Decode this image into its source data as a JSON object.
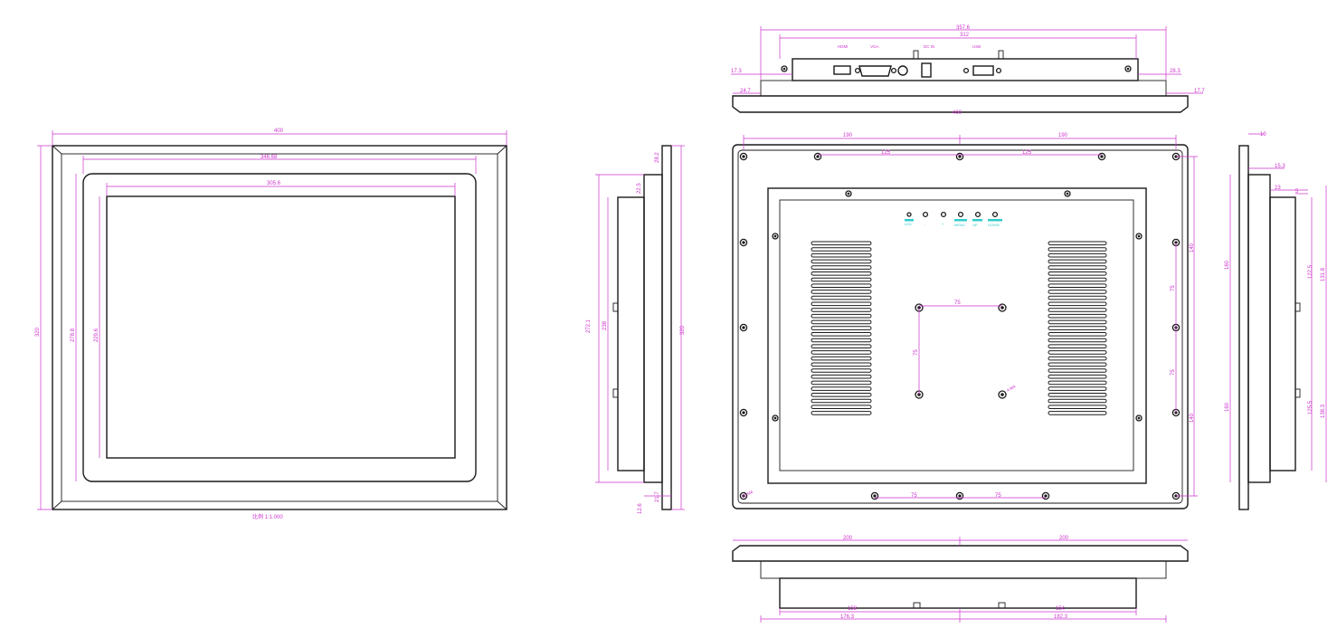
{
  "colors": {
    "line": "#1a1a1a",
    "dimension": "#cc33cc",
    "led": "#33cccc",
    "background": "#ffffff"
  },
  "front_view": {
    "dims": {
      "width_overall": "400",
      "width_bezel": "346.68",
      "width_screen": "305.6",
      "height_overall": "320",
      "height_bezel": "278.8",
      "height_screen": "229.6"
    },
    "scale_note": "比例 1:1.000"
  },
  "side_left_view": {
    "dims": {
      "height_overall": "320",
      "height_body": "272.1",
      "height_inner": "238",
      "top_offset": "28.2",
      "top_small": "22.5",
      "depth_bottom_1": "12.6",
      "depth_bottom_2": "21.7"
    }
  },
  "top_view": {
    "dims": {
      "width_overall": "357.6",
      "width_ports": "312",
      "width_bezel": "400",
      "left_1": "17.3",
      "left_2": "24.7",
      "right_1": "28.3",
      "right_2": "17.7"
    },
    "port_labels": [
      "HDMI",
      "VGA",
      "DC IN",
      "USB"
    ]
  },
  "rear_view": {
    "dims": {
      "top_half_left": "190",
      "top_half_right": "190",
      "hole_span_left": "125",
      "hole_span_right": "125",
      "vesa_w": "75",
      "vesa_h": "75",
      "bottom_span_left": "75",
      "bottom_span_right": "75",
      "right_top": "140",
      "right_mid_top": "75",
      "right_mid_bottom": "75",
      "right_bottom": "140"
    },
    "led_labels": [
      "LED",
      "-",
      "+",
      "MENU",
      "UP",
      "DOWN"
    ],
    "screw_note": "4-M4",
    "corner_note": "16-M4"
  },
  "side_right_view": {
    "dims": {
      "depth_1": "10",
      "depth_2": "15.3",
      "depth_3": "23",
      "depth_4": "5",
      "upper_1": "160",
      "upper_2": "122.5",
      "upper_3": "131.8",
      "lower_1": "160",
      "lower_2": "125.5",
      "lower_3": "138.3"
    }
  },
  "bottom_view": {
    "dims": {
      "top_left": "200",
      "top_right": "200",
      "bottom_left_1": "158",
      "bottom_right_1": "154",
      "bottom_left_2": "176.3",
      "bottom_right_2": "182.3"
    }
  }
}
